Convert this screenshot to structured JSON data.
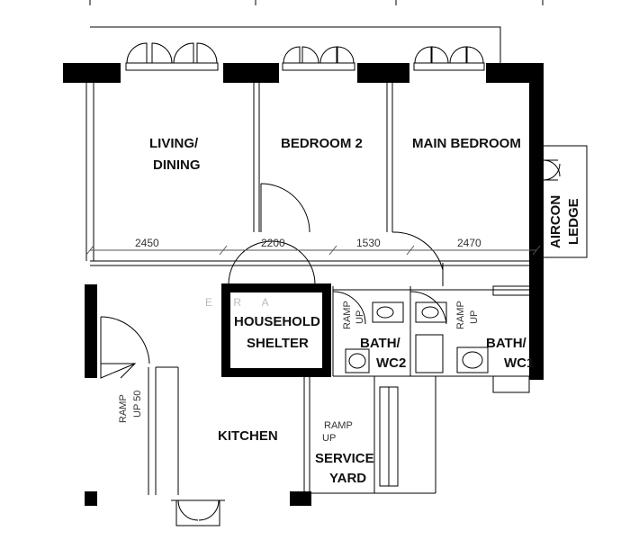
{
  "rooms": {
    "living_line1": "LIVING/",
    "living_line2": "DINING",
    "bedroom2": "BEDROOM 2",
    "main_bedroom": "MAIN BEDROOM",
    "aircon_line1": "AIRCON",
    "aircon_line2": "LEDGE",
    "shelter_line1": "HOUSEHOLD",
    "shelter_line2": "SHELTER",
    "bath2_line1": "BATH/",
    "bath2_line2": "WC2",
    "bath1_line1": "BATH/",
    "bath1_line2": "WC1",
    "kitchen": "KITCHEN",
    "service_line1": "SERVICE",
    "service_line2": "YARD"
  },
  "dimensions": [
    "2450",
    "2200",
    "1530",
    "2470"
  ],
  "ramps": {
    "ramp": "RAMP",
    "up": "UP",
    "up50": "UP 50"
  },
  "watermark": "E R A"
}
